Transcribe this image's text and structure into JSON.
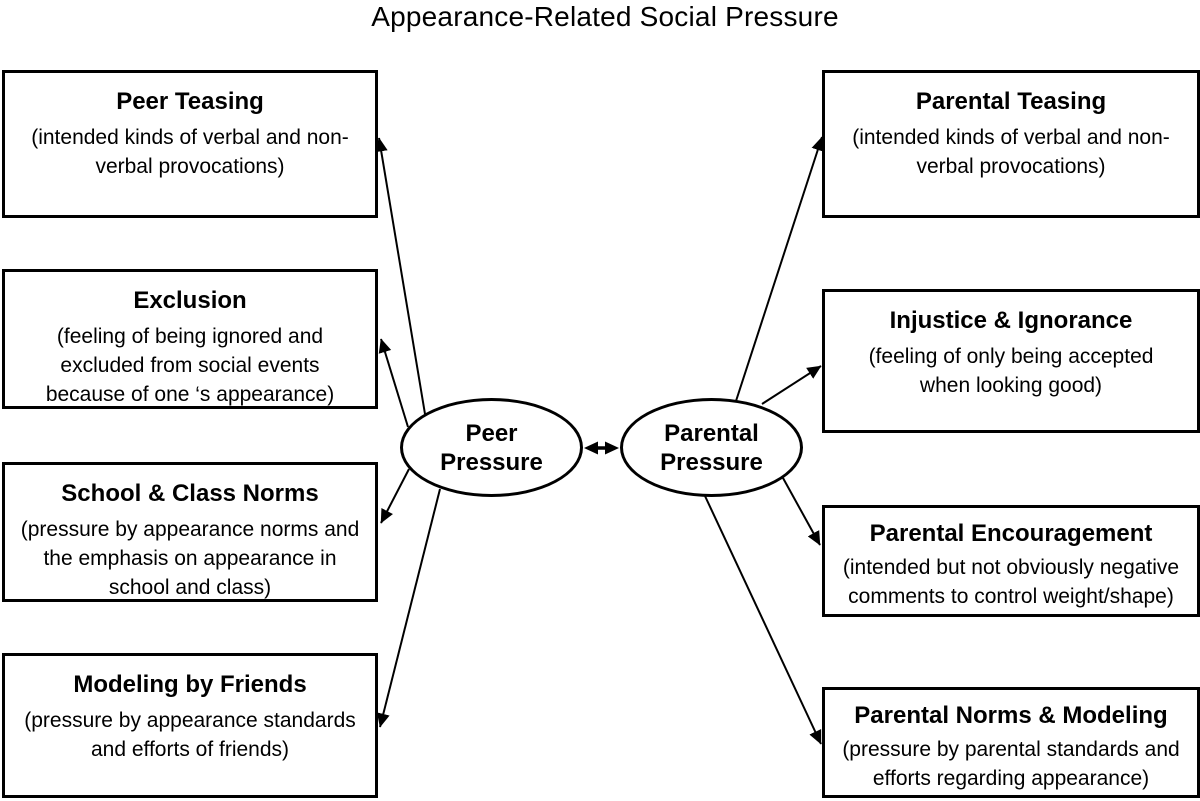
{
  "title": "Appearance-Related Social Pressure",
  "colors": {
    "ink": "#000000",
    "background": "#ffffff"
  },
  "center": {
    "peer": {
      "label": [
        "Peer",
        "Pressure"
      ]
    },
    "parental": {
      "label": [
        "Parental",
        "Pressure"
      ]
    }
  },
  "left_boxes": [
    {
      "heading": "Peer Teasing",
      "description": [
        "(intended kinds of verbal and non-",
        "verbal provocations)"
      ]
    },
    {
      "heading": "Exclusion",
      "description": [
        "(feeling of being ignored and",
        "excluded from social events",
        "because of one ‘s appearance)"
      ]
    },
    {
      "heading": "School & Class Norms",
      "description": [
        "(pressure by appearance norms and",
        "the emphasis on appearance in",
        "school and class)"
      ]
    },
    {
      "heading": "Modeling by Friends",
      "description": [
        "(pressure by appearance standards",
        "and efforts of friends)"
      ]
    }
  ],
  "right_boxes": [
    {
      "heading": "Parental Teasing",
      "description": [
        "(intended kinds of verbal and non-",
        "verbal provocations)"
      ]
    },
    {
      "heading": "Injustice & Ignorance",
      "description": [
        "(feeling of only being accepted",
        "when looking good)"
      ]
    },
    {
      "heading": "Parental Encouragement",
      "description": [
        "(intended but not obviously negative",
        "comments to control weight/shape)"
      ]
    },
    {
      "heading": "Parental Norms & Modeling",
      "description": [
        "(pressure by parental standards and",
        "efforts regarding appearance)"
      ]
    }
  ]
}
